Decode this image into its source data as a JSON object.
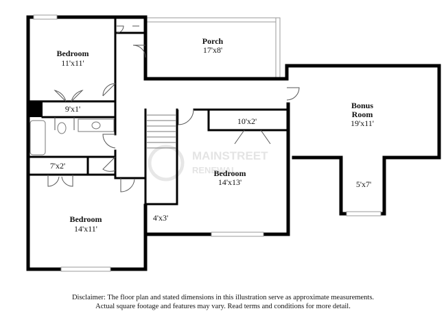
{
  "rooms": {
    "bedroom_nw": {
      "name": "Bedroom",
      "dims": "11'x11'"
    },
    "porch": {
      "name": "Porch",
      "dims": "17'x8'"
    },
    "closet_9x1": {
      "dims": "9'x1'"
    },
    "bonus_room": {
      "name_line1": "Bonus",
      "name_line2": "Room",
      "dims": "19'x11'"
    },
    "closet_10x2": {
      "dims": "10'x2'"
    },
    "closet_7x2": {
      "dims": "7'x2'"
    },
    "bedroom_center": {
      "name": "Bedroom",
      "dims": "14'x13'"
    },
    "bedroom_sw": {
      "name": "Bedroom",
      "dims": "14'x11'"
    },
    "nook_5x7": {
      "dims": "5'x7'"
    },
    "closet_4x3": {
      "dims": "4'x3'"
    }
  },
  "watermark": {
    "line1": "MAINSTREET",
    "line2": "RENEWAL"
  },
  "disclaimer": {
    "line1": "Disclaimer: The floor plan and stated dimensions in this illustration serve as approximate measurements.",
    "line2": "Actual square footage and features may vary. Read terms and conditions for more detail."
  }
}
